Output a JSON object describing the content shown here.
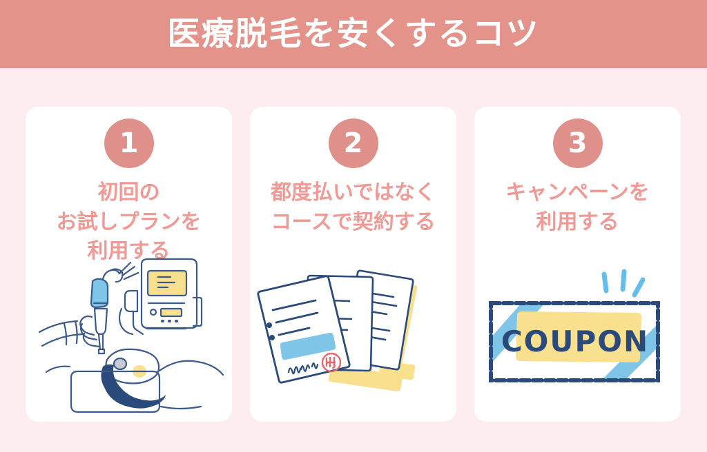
{
  "header": {
    "title": "医療脱毛を安くするコツ",
    "background_color": "#E4938B",
    "text_color": "#FFFFFF"
  },
  "page": {
    "background_color": "#FDEDF0",
    "card_color": "#FFFFFF",
    "accent_pink": "#F09A96",
    "badge_color": "#E0908A",
    "illustration_navy": "#2A4A7B",
    "illustration_blue": "#7FC5E8",
    "illustration_yellow": "#F8E08E",
    "illustration_red": "#E8676B"
  },
  "cards": [
    {
      "badge": "1",
      "lines": [
        "初回の",
        "お試しプランを",
        "利用する"
      ],
      "illustration": "laser-hair-removal-treatment-icon"
    },
    {
      "badge": "2",
      "lines": [
        "都度払いではなく",
        "コースで契約する"
      ],
      "illustration": "contract-documents-icon"
    },
    {
      "badge": "3",
      "lines": [
        "キャンペーンを",
        "利用する"
      ],
      "illustration": "coupon-ticket-icon",
      "illustration_text": "COUPON"
    }
  ]
}
